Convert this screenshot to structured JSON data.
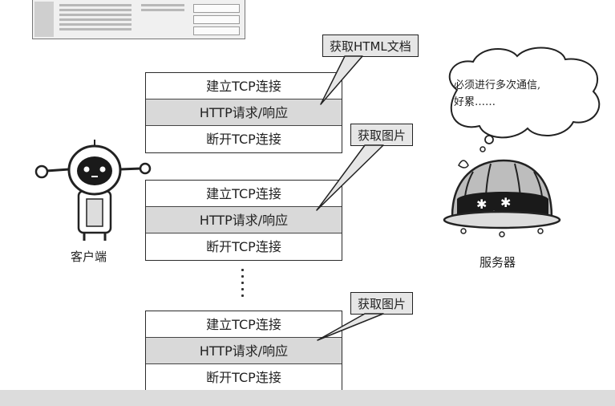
{
  "groups": [
    {
      "rows": [
        "建立TCP连接",
        "HTTP请求/响应",
        "断开TCP连接"
      ],
      "callout": "获取HTML文档"
    },
    {
      "rows": [
        "建立TCP连接",
        "HTTP请求/响应",
        "断开TCP连接"
      ],
      "callout": "获取图片"
    },
    {
      "rows": [
        "建立TCP连接",
        "HTTP请求/响应",
        "断开TCP连接"
      ],
      "callout": "获取图片"
    }
  ],
  "client": {
    "label": "客户端"
  },
  "server": {
    "label": "服务器",
    "thought_line1": "必须进行多次通信,",
    "thought_line2": "好累……"
  }
}
